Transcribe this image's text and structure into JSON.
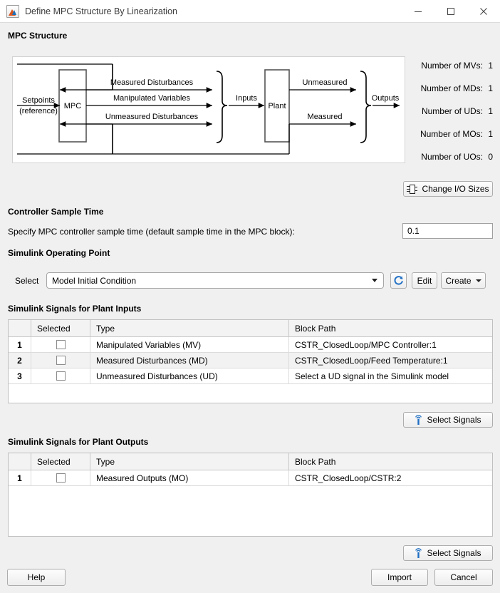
{
  "window": {
    "title": "Define MPC Structure By Linearization",
    "icon": "matlab-icon",
    "minimize": "–",
    "maximize": "□",
    "close": "✕"
  },
  "mpc_structure": {
    "heading": "MPC Structure",
    "diagram": {
      "mpc_block": "MPC",
      "plant_block": "Plant",
      "setpoints_line1": "Setpoints",
      "setpoints_line2": "(reference)",
      "measured_disturbances": "Measured Disturbances",
      "manipulated_variables": "Manipulated Variables",
      "unmeasured_disturbances": "Unmeasured Disturbances",
      "inputs": "Inputs",
      "unmeasured": "Unmeasured",
      "measured": "Measured",
      "outputs": "Outputs"
    },
    "counts": [
      {
        "label": "Number of MVs:",
        "value": "1"
      },
      {
        "label": "Number of MDs:",
        "value": "1"
      },
      {
        "label": "Number of UDs:",
        "value": "1"
      },
      {
        "label": "Number of MOs:",
        "value": "1"
      },
      {
        "label": "Number of UOs:",
        "value": "0"
      }
    ],
    "change_io_button": "Change I/O Sizes"
  },
  "sample_time": {
    "heading": "Controller Sample Time",
    "description": "Specify MPC controller sample time (default sample time in the MPC block):",
    "value": "0.1"
  },
  "operating_point": {
    "heading": "Simulink Operating Point",
    "select_label": "Select",
    "selected": "Model Initial Condition",
    "refresh_icon": "refresh-icon",
    "edit_button": "Edit",
    "create_button": "Create"
  },
  "plant_inputs": {
    "heading": "Simulink Signals for Plant Inputs",
    "columns": [
      "",
      "Selected",
      "Type",
      "Block Path"
    ],
    "rows": [
      {
        "num": "1",
        "type": "Manipulated Variables (MV)",
        "path": "CSTR_ClosedLoop/MPC Controller:1",
        "checked": false
      },
      {
        "num": "2",
        "type": "Measured Disturbances (MD)",
        "path": "CSTR_ClosedLoop/Feed Temperature:1",
        "checked": false
      },
      {
        "num": "3",
        "type": "Unmeasured Disturbances (UD)",
        "path": "Select a UD signal in the Simulink model",
        "checked": false
      }
    ],
    "select_signals_button": "Select Signals"
  },
  "plant_outputs": {
    "heading": "Simulink Signals for Plant Outputs",
    "columns": [
      "",
      "Selected",
      "Type",
      "Block Path"
    ],
    "rows": [
      {
        "num": "1",
        "type": "Measured Outputs (MO)",
        "path": "CSTR_ClosedLoop/CSTR:2",
        "checked": false
      }
    ],
    "select_signals_button": "Select Signals"
  },
  "footer": {
    "help_button": "Help",
    "import_button": "Import",
    "cancel_button": "Cancel"
  },
  "colors": {
    "accent_blue": "#1f6fc4",
    "window_bg": "#f0f0f0",
    "panel_bg": "#ffffff"
  }
}
